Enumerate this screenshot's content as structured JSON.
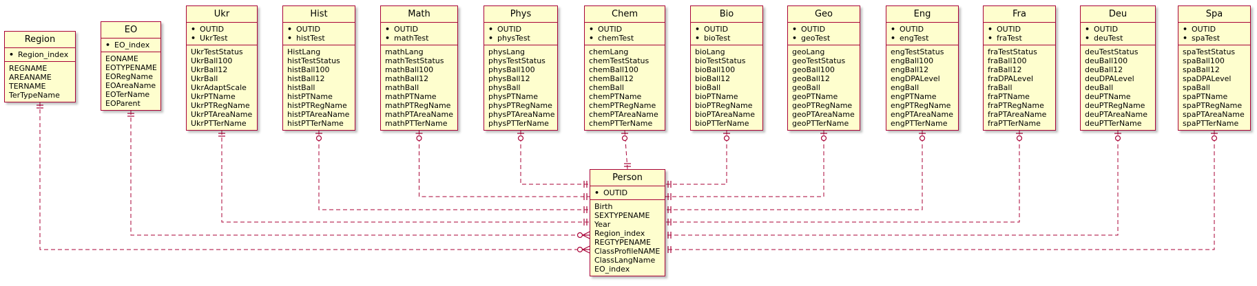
{
  "colors": {
    "entity_fill": "#FEFECE",
    "entity_border": "#A80036",
    "connector": "#A80036"
  },
  "entities": [
    {
      "id": "region",
      "title": "Region",
      "keys": [
        "Region_index"
      ],
      "attributes": [
        "REGNAME",
        "AREANAME",
        "TERNAME",
        "TerTypeName"
      ]
    },
    {
      "id": "eo",
      "title": "EO",
      "keys": [
        "EO_index"
      ],
      "attributes": [
        "EONAME",
        "EOTYPENAME",
        "EORegName",
        "EOAreaName",
        "EOTerName",
        "EOParent"
      ]
    },
    {
      "id": "ukr",
      "title": "Ukr",
      "keys": [
        "OUTID",
        "UkrTest"
      ],
      "attributes": [
        "UkrTestStatus",
        "UkrBall100",
        "UkrBall12",
        "UkrBall",
        "UkrAdaptScale",
        "UkrPTName",
        "UkrPTRegName",
        "UkrPTAreaName",
        "UkrPTTerName"
      ]
    },
    {
      "id": "hist",
      "title": "Hist",
      "keys": [
        "OUTID",
        "histTest"
      ],
      "attributes": [
        "HistLang",
        "histTestStatus",
        "histBall100",
        "histBall12",
        "histBall",
        "histPTName",
        "histPTRegName",
        "histPTAreaName",
        "histPTTerName"
      ]
    },
    {
      "id": "math",
      "title": "Math",
      "keys": [
        "OUTID",
        "mathTest"
      ],
      "attributes": [
        "mathLang",
        "mathTestStatus",
        "mathBall100",
        "mathBall12",
        "mathBall",
        "mathPTName",
        "mathPTRegName",
        "mathPTAreaName",
        "mathPTTerName"
      ]
    },
    {
      "id": "phys",
      "title": "Phys",
      "keys": [
        "OUTID",
        "physTest"
      ],
      "attributes": [
        "physLang",
        "physTestStatus",
        "physBall100",
        "physBall12",
        "physBall",
        "physPTName",
        "physPTRegName",
        "physPTAreaName",
        "physPTTerName"
      ]
    },
    {
      "id": "chem",
      "title": "Chem",
      "keys": [
        "OUTID",
        "chemTest"
      ],
      "attributes": [
        "chemLang",
        "chemTestStatus",
        "chemBall100",
        "chemBall12",
        "chemBall",
        "chemPTName",
        "chemPTRegName",
        "chemPTAreaName",
        "chemPTTerName"
      ]
    },
    {
      "id": "bio",
      "title": "Bio",
      "keys": [
        "OUTID",
        "bioTest"
      ],
      "attributes": [
        "bioLang",
        "bioTestStatus",
        "bioBall100",
        "bioBall12",
        "bioBall",
        "bioPTName",
        "bioPTRegName",
        "bioPTAreaName",
        "bioPTTerName"
      ]
    },
    {
      "id": "geo",
      "title": "Geo",
      "keys": [
        "OUTID",
        "geoTest"
      ],
      "attributes": [
        "geoLang",
        "geoTestStatus",
        "geoBall100",
        "geoBall12",
        "geoBall",
        "geoPTName",
        "geoPTRegName",
        "geoPTAreaName",
        "geoPTTerName"
      ]
    },
    {
      "id": "eng",
      "title": "Eng",
      "keys": [
        "OUTID",
        "engTest"
      ],
      "attributes": [
        "engTestStatus",
        "engBall100",
        "engBall12",
        "engDPALevel",
        "engBall",
        "engPTName",
        "engPTRegName",
        "engPTAreaName",
        "engPTTerName"
      ]
    },
    {
      "id": "fra",
      "title": "Fra",
      "keys": [
        "OUTID",
        "fraTest"
      ],
      "attributes": [
        "fraTestStatus",
        "fraBall100",
        "fraBall12",
        "fraDPALevel",
        "fraBall",
        "fraPTName",
        "fraPTRegName",
        "fraPTAreaName",
        "fraPTTerName"
      ]
    },
    {
      "id": "deu",
      "title": "Deu",
      "keys": [
        "OUTID",
        "deuTest"
      ],
      "attributes": [
        "deuTestStatus",
        "deuBall100",
        "deuBall12",
        "deuDPALevel",
        "deuBall",
        "deuPTName",
        "deuPTRegName",
        "deuPTAreaName",
        "deuPTTerName"
      ]
    },
    {
      "id": "spa",
      "title": "Spa",
      "keys": [
        "OUTID",
        "spaTest"
      ],
      "attributes": [
        "spaTestStatus",
        "spaBall100",
        "spaBall12",
        "spaDPALevel",
        "spaBall",
        "spaPTName",
        "spaPTRegName",
        "spaPTAreaName",
        "spaPTTerName"
      ]
    },
    {
      "id": "person",
      "title": "Person",
      "keys": [
        "OUTID"
      ],
      "attributes": [
        "Birth",
        "SEXTYPENAME",
        "Year",
        "Region_index",
        "REGTYPENAME",
        "ClassProfileNAME",
        "ClassLangName",
        "EO_index"
      ]
    }
  ],
  "relationships": [
    {
      "from": "region",
      "to": "person",
      "from_end": "exactly-one",
      "to_end": "zero-or-many"
    },
    {
      "from": "eo",
      "to": "person",
      "from_end": "exactly-one",
      "to_end": "zero-or-many"
    },
    {
      "from": "ukr",
      "to": "person",
      "from_end": "exactly-one",
      "to_end": "exactly-one"
    },
    {
      "from": "hist",
      "to": "person",
      "from_end": "zero-or-one",
      "to_end": "exactly-one"
    },
    {
      "from": "math",
      "to": "person",
      "from_end": "zero-or-one",
      "to_end": "exactly-one"
    },
    {
      "from": "phys",
      "to": "person",
      "from_end": "zero-or-one",
      "to_end": "exactly-one"
    },
    {
      "from": "chem",
      "to": "person",
      "from_end": "zero-or-one",
      "to_end": "exactly-one"
    },
    {
      "from": "bio",
      "to": "person",
      "from_end": "zero-or-one",
      "to_end": "exactly-one"
    },
    {
      "from": "geo",
      "to": "person",
      "from_end": "zero-or-one",
      "to_end": "exactly-one"
    },
    {
      "from": "eng",
      "to": "person",
      "from_end": "zero-or-one",
      "to_end": "exactly-one"
    },
    {
      "from": "fra",
      "to": "person",
      "from_end": "zero-or-one",
      "to_end": "exactly-one"
    },
    {
      "from": "deu",
      "to": "person",
      "from_end": "zero-or-one",
      "to_end": "exactly-one"
    },
    {
      "from": "spa",
      "to": "person",
      "from_end": "zero-or-one",
      "to_end": "exactly-one"
    }
  ]
}
